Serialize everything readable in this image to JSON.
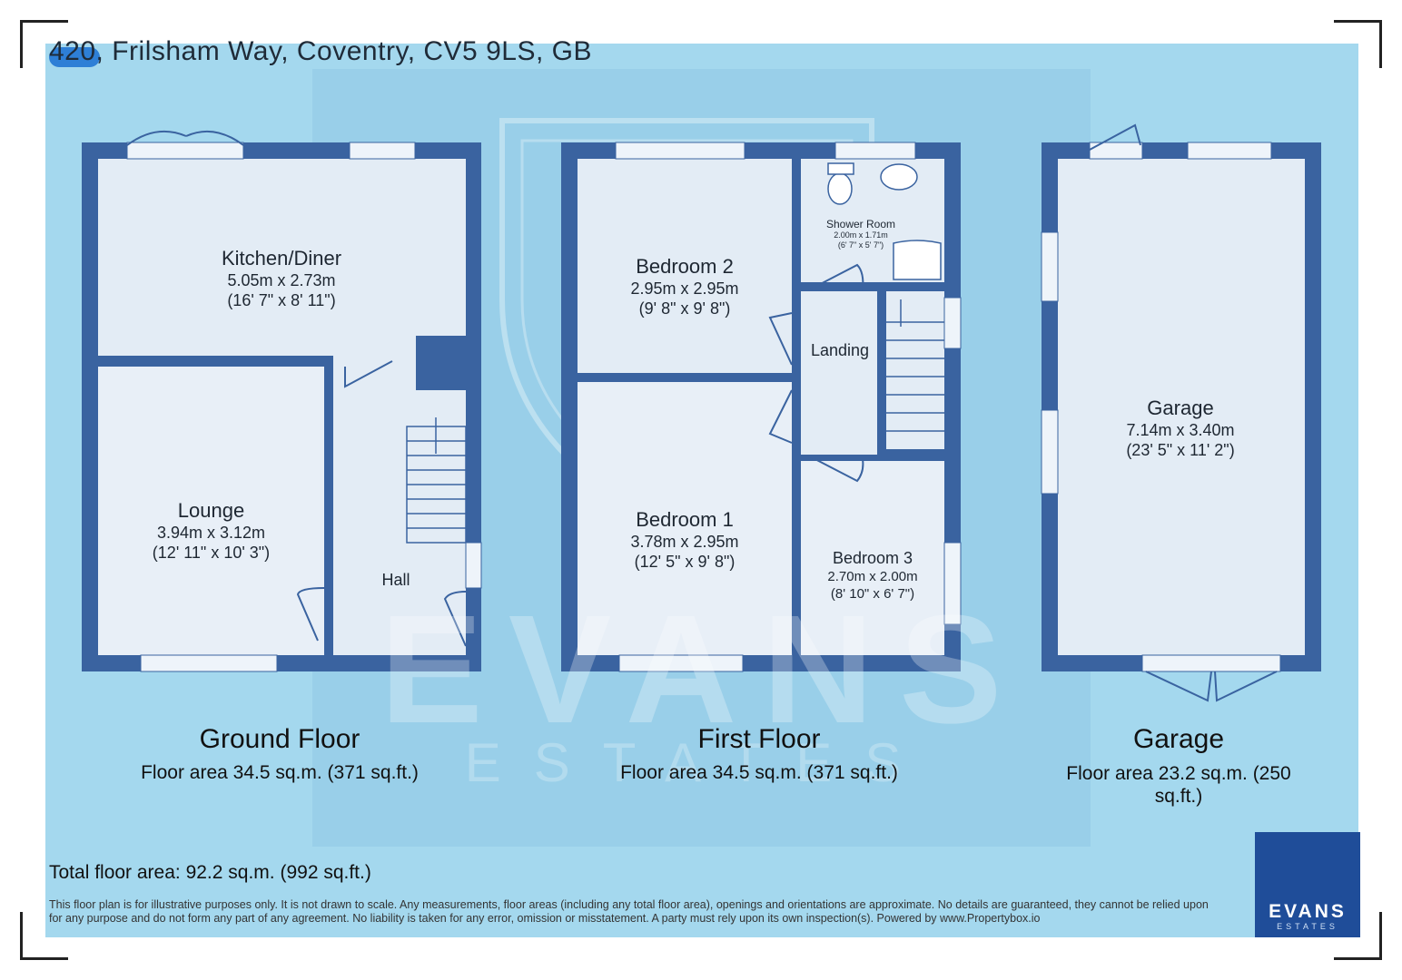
{
  "address": "420, Frilsham Way, Coventry, CV5 9LS, GB",
  "rooms": {
    "kitchen": {
      "name": "Kitchen/Diner",
      "metric": "5.05m x 2.73m",
      "imperial": "(16' 7\" x 8' 11\")"
    },
    "lounge": {
      "name": "Lounge",
      "metric": "3.94m x 3.12m",
      "imperial": "(12' 11\" x 10' 3\")"
    },
    "hall": {
      "name": "Hall"
    },
    "bedroom2": {
      "name": "Bedroom 2",
      "metric": "2.95m x 2.95m",
      "imperial": "(9' 8\" x 9' 8\")"
    },
    "shower": {
      "name": "Shower Room",
      "metric": "2.00m x 1.71m",
      "imperial": "(6' 7\" x 5' 7\")"
    },
    "landing": {
      "name": "Landing"
    },
    "bedroom1": {
      "name": "Bedroom 1",
      "metric": "3.78m x 2.95m",
      "imperial": "(12' 5\" x 9' 8\")"
    },
    "bedroom3": {
      "name": "Bedroom 3",
      "metric": "2.70m x 2.00m",
      "imperial": "(8' 10\" x 6' 7\")"
    },
    "garage": {
      "name": "Garage",
      "metric": "7.14m x 3.40m",
      "imperial": "(23' 5\" x 11' 2\")"
    }
  },
  "floors": {
    "ground": {
      "title": "Ground Floor",
      "area": "Floor area 34.5 sq.m. (371 sq.ft.)"
    },
    "first": {
      "title": "First Floor",
      "area": "Floor area 34.5 sq.m. (371 sq.ft.)"
    },
    "garage": {
      "title": "Garage",
      "area": "Floor area 23.2 sq.m. (250 sq.ft.)"
    }
  },
  "total_area": "Total floor area: 92.2 sq.m. (992 sq.ft.)",
  "disclaimer": "This floor plan is for illustrative purposes only. It is not drawn to scale. Any measurements, floor areas (including any total floor area), openings and orientations are approximate. No details are guaranteed, they cannot be relied upon for any purpose and do not form any part of any agreement. No liability is taken for any error, omission or misstatement. A party must rely upon its own inspection(s). Powered by www.Propertybox.io",
  "logo": {
    "word": "EVANS",
    "sub": "ESTATES"
  },
  "watermark": {
    "word": "EVANS",
    "sub": "ESTATES"
  },
  "colors": {
    "wall": "#3a63a0",
    "floor": "#e6eef6",
    "background": "#a4d8ee",
    "logo_bg": "#1f4d99"
  }
}
